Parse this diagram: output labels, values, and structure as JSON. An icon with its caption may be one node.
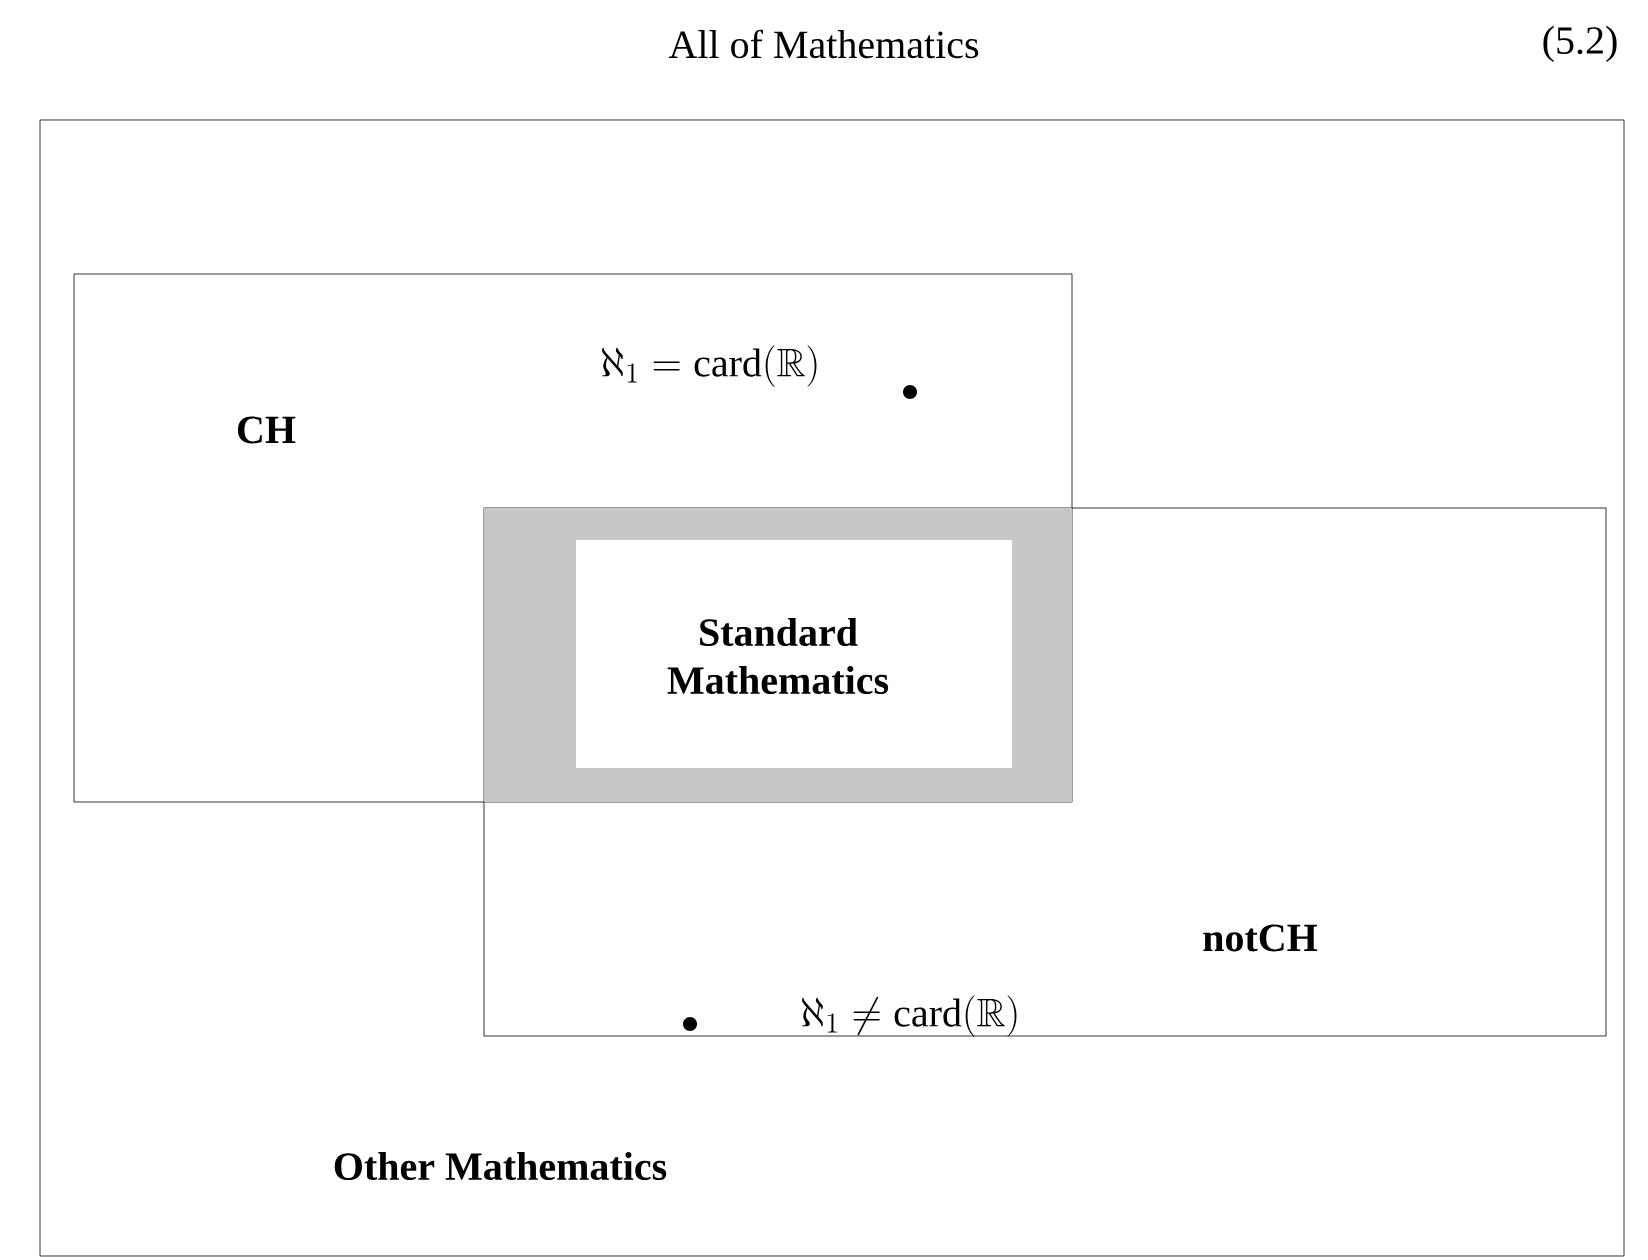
{
  "diagram": {
    "nodes": [
      {
        "text": [
          "All of Mathematics",
          "Other Mathematics"
        ]
      },
      {
        "text": [
          "CH",
          "\\aleph_1 = \\mathrm{card}(\\mathbb{R})"
        ],
        "in": 0
      },
      {
        "text": [
          "notCH",
          "\\aleph_1 \\neq \\mathrm{card}(\\mathbb{R})"
        ],
        "in": 0
      },
      {
        "text": [
          "Standard Mathematics"
        ]
      }
    ],
    "labels": [
      "(5.2)"
    ]
  }
}
